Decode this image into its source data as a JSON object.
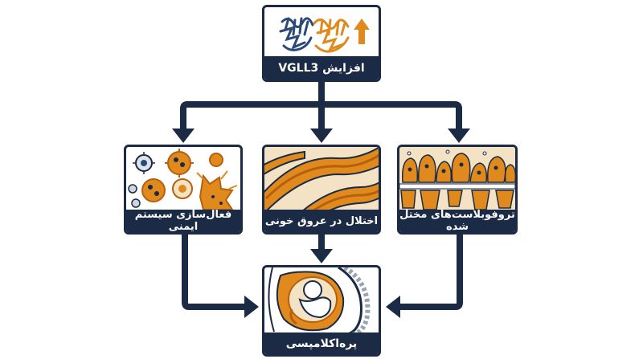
{
  "diagram": {
    "nodes": {
      "top": {
        "label": "افزایش VGLL3",
        "icon": "protein-structure-up-arrow"
      },
      "left": {
        "label": "فعال‌سازی سیستم ایمنی",
        "icon": "immune-cells"
      },
      "middle": {
        "label": "اختلال در عروق خونی",
        "icon": "blood-vessels"
      },
      "right": {
        "label": "تروفوبلاست‌های مختل شده",
        "icon": "trophoblast-cells"
      },
      "bottom": {
        "label": "پره‌اکلامپسی",
        "icon": "pregnancy-cross-section"
      }
    },
    "colors": {
      "navy": "#1b2a45",
      "orange": "#e08a1e",
      "dark_orange": "#b5600f",
      "cream": "#f3e3c4",
      "blue_protein": "#2b4a78",
      "white": "#ffffff"
    },
    "edges": [
      {
        "from": "top",
        "to": "left"
      },
      {
        "from": "top",
        "to": "middle"
      },
      {
        "from": "top",
        "to": "right"
      },
      {
        "from": "left",
        "to": "bottom"
      },
      {
        "from": "middle",
        "to": "bottom"
      },
      {
        "from": "right",
        "to": "bottom"
      }
    ]
  }
}
